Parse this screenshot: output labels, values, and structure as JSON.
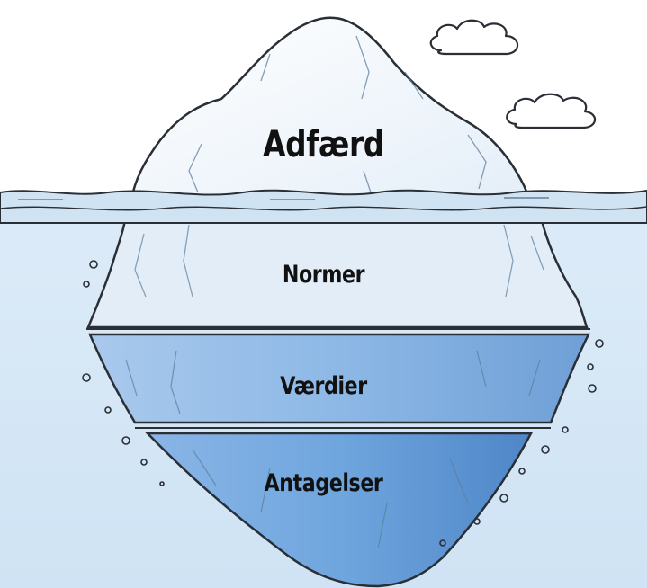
{
  "diagram": {
    "layers": [
      {
        "label": "Adfærd"
      },
      {
        "label": "Normer"
      },
      {
        "label": "Værdier"
      },
      {
        "label": "Antagelser"
      }
    ]
  },
  "colors": {
    "ice_top": "#f4f9fd",
    "ice_under": "#dde9f6",
    "water": "#d7e8f6",
    "waterline": "#b9d4ea",
    "values_layer": "#8fb9e6",
    "assumptions_layer": "#6ea6dd",
    "outline": "#2a2f36"
  },
  "icons": [
    "cloud-icon",
    "bubble-icon"
  ]
}
